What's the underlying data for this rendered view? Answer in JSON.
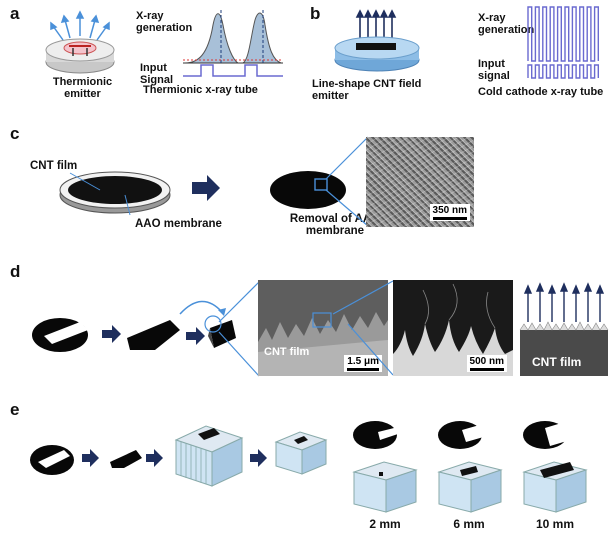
{
  "panels": {
    "a": {
      "label": "a",
      "emitter_label": "Thermionic emitter",
      "xray_label": "X-ray generation",
      "input_label": "Input Signal",
      "tube_label": "Thermionic  x-ray tube"
    },
    "b": {
      "label": "b",
      "emitter_label": "Line-shape  CNT field emitter",
      "xray_label": "X-ray generation",
      "input_label": "Input signal",
      "tube_label": "Cold cathode x-ray tube"
    },
    "c": {
      "label": "c",
      "film_label": "CNT film",
      "membrane_label": "AAO membrane",
      "removal_label": "Removal of AAO membrane",
      "scale_label": "350 nm"
    },
    "d": {
      "label": "d",
      "sem1_label": "CNT film",
      "sem1_scale": "1.5 μm",
      "sem2_scale": "500 nm",
      "result_label": "CNT film"
    },
    "e": {
      "label": "e",
      "sizes": [
        "2 mm",
        "6 mm",
        "10 mm"
      ]
    }
  },
  "colors": {
    "arrow": "#1f2f5e",
    "accent_blue": "#4a90d9",
    "signal": "#6a6ad0",
    "block": "#cfe4f3"
  }
}
